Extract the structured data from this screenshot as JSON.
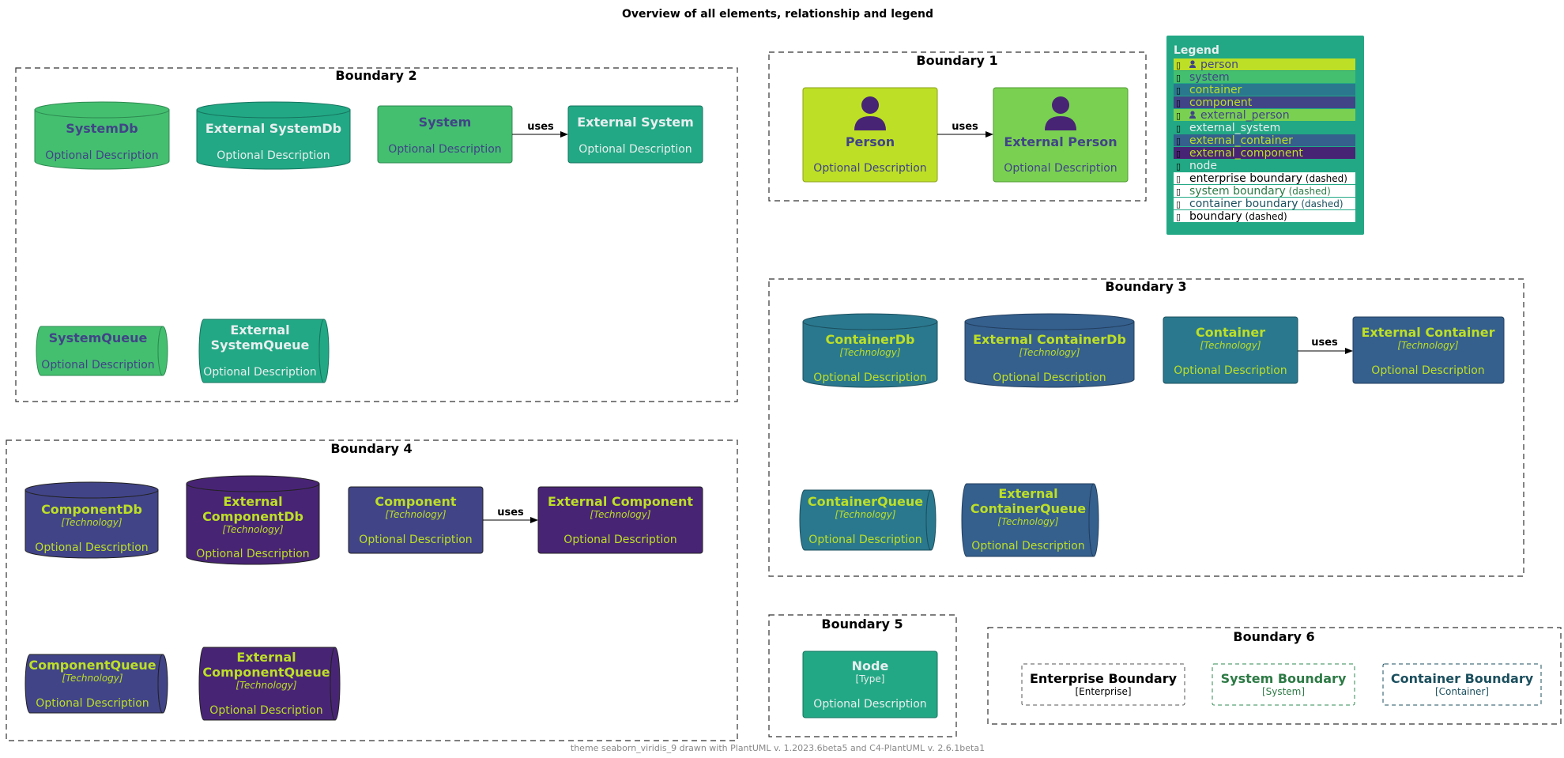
{
  "title": "Overview of all elements, relationship and legend",
  "footer": "theme seaborn_viridis_9 drawn with PlantUML v. 1.2023.6beta5 and C4-PlantUML v. 2.6.1beta1",
  "colors": {
    "person": "#bddf26",
    "external_person": "#7ad151",
    "system": "#44bf70",
    "external_system": "#22a884",
    "container": "#2a788e",
    "external_container": "#355f8d",
    "component": "#414487",
    "external_component": "#482475",
    "node": "#22a884",
    "legend_bg": "#22a884",
    "text_dark": "#414487",
    "text_yellow": "#bddf26",
    "text_light": "#e8eef0"
  },
  "boundaries": {
    "b1": "Boundary 1",
    "b2": "Boundary 2",
    "b3": "Boundary 3",
    "b4": "Boundary 4",
    "b5": "Boundary 5",
    "b6": "Boundary 6"
  },
  "rel_label": "uses",
  "elements": {
    "person": {
      "name": "Person",
      "desc": "Optional Description",
      "icon": "person-icon"
    },
    "external_person": {
      "name": "External Person",
      "desc": "Optional Description",
      "icon": "person-icon"
    },
    "system_db": {
      "name": "SystemDb",
      "desc": "Optional Description"
    },
    "external_system_db": {
      "name": "External SystemDb",
      "desc": "Optional Description"
    },
    "system": {
      "name": "System",
      "desc": "Optional Description"
    },
    "external_system": {
      "name": "External System",
      "desc": "Optional Description"
    },
    "system_queue": {
      "name": "SystemQueue",
      "desc": "Optional Description"
    },
    "external_system_queue": {
      "name1": "External",
      "name2": "SystemQueue",
      "desc": "Optional Description"
    },
    "container_db": {
      "name": "ContainerDb",
      "tech": "[Technology]",
      "desc": "Optional Description"
    },
    "external_container_db": {
      "name": "External ContainerDb",
      "tech": "[Technology]",
      "desc": "Optional Description"
    },
    "container": {
      "name": "Container",
      "tech": "[Technology]",
      "desc": "Optional Description"
    },
    "external_container": {
      "name": "External Container",
      "tech": "[Technology]",
      "desc": "Optional Description"
    },
    "container_queue": {
      "name": "ContainerQueue",
      "tech": "[Technology]",
      "desc": "Optional Description"
    },
    "external_container_queue": {
      "name1": "External",
      "name2": "ContainerQueue",
      "tech": "[Technology]",
      "desc": "Optional Description"
    },
    "component_db": {
      "name": "ComponentDb",
      "tech": "[Technology]",
      "desc": "Optional Description"
    },
    "external_component_db": {
      "name1": "External",
      "name2": "ComponentDb",
      "tech": "[Technology]",
      "desc": "Optional Description"
    },
    "component": {
      "name": "Component",
      "tech": "[Technology]",
      "desc": "Optional Description"
    },
    "external_component": {
      "name": "External Component",
      "tech": "[Technology]",
      "desc": "Optional Description"
    },
    "component_queue": {
      "name": "ComponentQueue",
      "tech": "[Technology]",
      "desc": "Optional Description"
    },
    "external_component_queue": {
      "name1": "External",
      "name2": "ComponentQueue",
      "tech": "[Technology]",
      "desc": "Optional Description"
    },
    "node": {
      "name": "Node",
      "tech": "[Type]",
      "desc": "Optional Description"
    },
    "enterprise_boundary": {
      "name": "Enterprise Boundary",
      "tech": "[Enterprise]"
    },
    "system_boundary": {
      "name": "System Boundary",
      "tech": "[System]"
    },
    "container_boundary": {
      "name": "Container Boundary",
      "tech": "[Container]"
    }
  },
  "legend": {
    "title": "Legend",
    "glyph": "▯",
    "dashed": "(dashed)",
    "items": [
      {
        "label": "person",
        "icon": "person-icon"
      },
      {
        "label": "system"
      },
      {
        "label": "container"
      },
      {
        "label": "component"
      },
      {
        "label": "external_person",
        "icon": "person-icon"
      },
      {
        "label": "external_system"
      },
      {
        "label": "external_container"
      },
      {
        "label": "external_component"
      },
      {
        "label": "node"
      },
      {
        "label": "enterprise boundary"
      },
      {
        "label": "system boundary"
      },
      {
        "label": "container boundary"
      },
      {
        "label": "boundary"
      }
    ]
  }
}
